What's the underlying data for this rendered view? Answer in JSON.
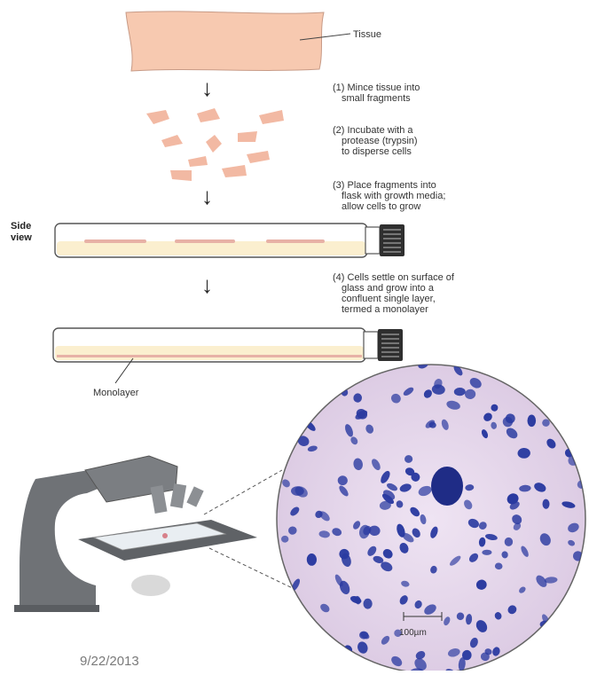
{
  "labels": {
    "tissue": "Tissue",
    "side_view_1": "Side",
    "side_view_2": "view",
    "monolayer": "Monolayer",
    "scale_bar": "100µm"
  },
  "steps": [
    {
      "line1": "(1) Mince tissue into",
      "line2": "small fragments",
      "line3": ""
    },
    {
      "line1": "(2) Incubate with a",
      "line2": "protease (trypsin)",
      "line3": "to disperse cells"
    },
    {
      "line1": "(3) Place fragments into",
      "line2": "flask with growth media;",
      "line3": "allow cells to grow"
    },
    {
      "line1": "(4) Cells settle on surface of",
      "line2": "glass and grow into a",
      "line3": "confluent single layer,",
      "line4": "termed a monolayer"
    }
  ],
  "arrows": [
    "↓",
    "↓",
    "↓"
  ],
  "footer": {
    "date": "9/22/2013"
  },
  "colors": {
    "tissue": "#f7c9b0",
    "tissue_stroke": "#c79a86",
    "fragment": "#f2b9a3",
    "media": "#fbefcf",
    "cells_pink": "#e7b1a6",
    "cap": "#2f2f2f",
    "microscope": "#6f7276",
    "stain": "#2a3aa0",
    "background_stain": "#e4d7ea"
  }
}
